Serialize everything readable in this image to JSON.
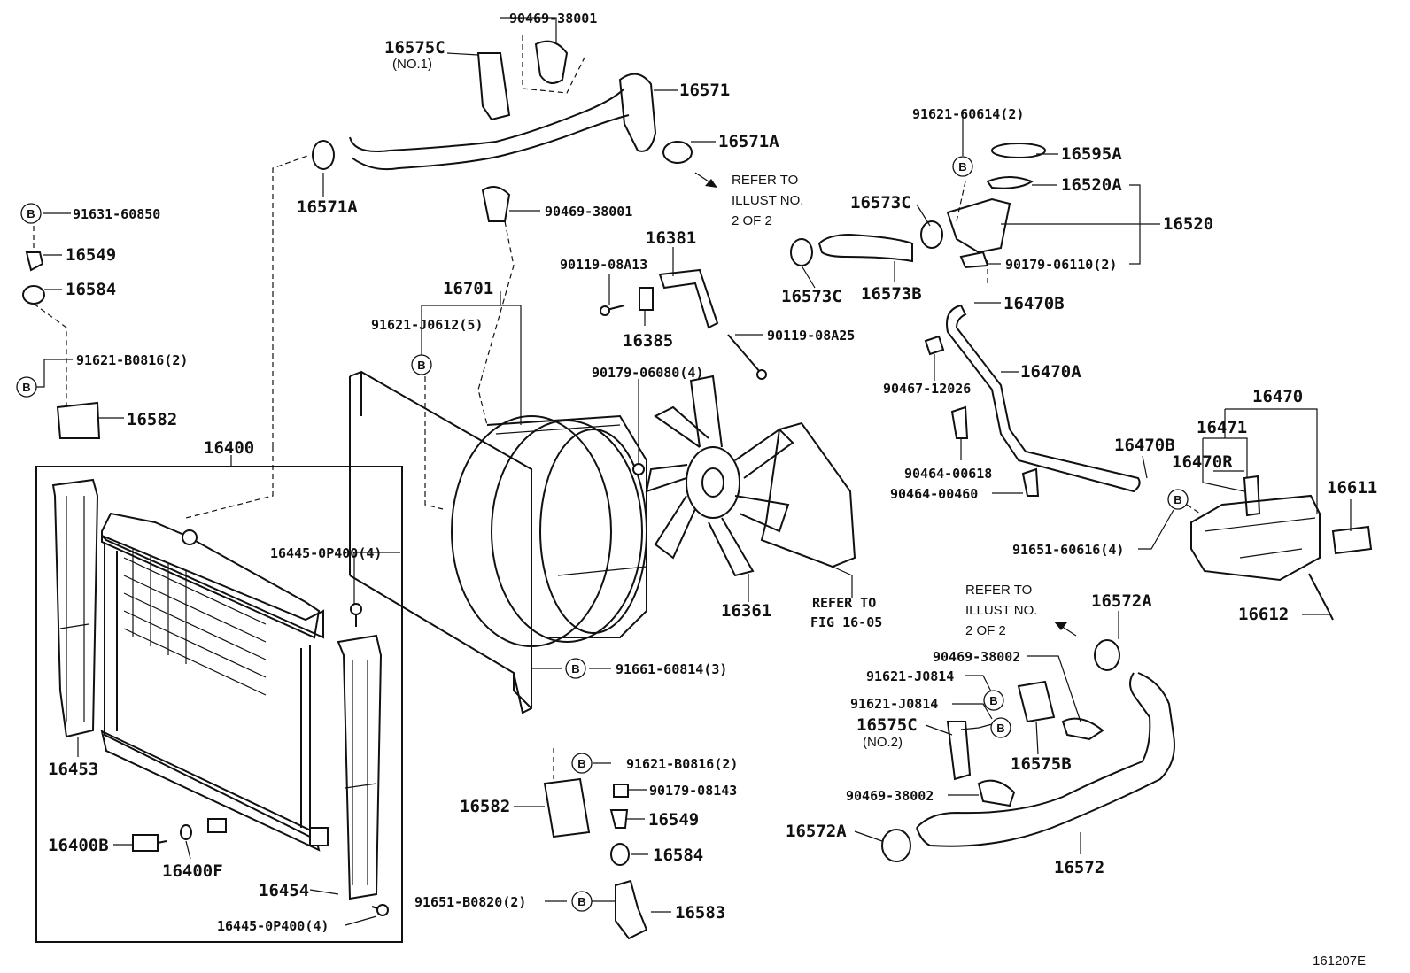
{
  "labels": {
    "p90469_38001_top": "90469-38001",
    "p16575C_1": "16575C",
    "p16575C_1_note": "(NO.1)",
    "p16571": "16571",
    "p16571A_r": "16571A",
    "p16571A_l": "16571A",
    "refer_1_line1": "REFER TO",
    "refer_1_line2": "ILLUST NO.",
    "refer_1_line3": "2 OF 2",
    "p90469_38001_mid": "90469-38001",
    "p91631_60850": "91631-60850",
    "p16549_l": "16549",
    "p16584_l": "16584",
    "p91621_B0816_l": "91621-B0816(2)",
    "p16582_l": "16582",
    "p16400": "16400",
    "p16701": "16701",
    "p91621_J0612": "91621-J0612(5)",
    "p90119_08A13": "90119-08A13",
    "p16381": "16381",
    "p16385": "16385",
    "p90119_08A25": "90119-08A25",
    "p90179_06080": "90179-06080(4)",
    "p16361": "16361",
    "refer_fig_line1": "REFER TO",
    "refer_fig_line2": "FIG 16-05",
    "p91661_60814": "91661-60814(3)",
    "p91621_60614": "91621-60614(2)",
    "p16595A": "16595A",
    "p16520A": "16520A",
    "p16573C_t": "16573C",
    "p16520": "16520",
    "p90179_06110": "90179-06110(2)",
    "p16573C_b": "16573C",
    "p16573B": "16573B",
    "p16470B_t": "16470B",
    "p16470A": "16470A",
    "p90467_12026": "90467-12026",
    "p90464_00618": "90464-00618",
    "p90464_00460": "90464-00460",
    "p16470B_m": "16470B",
    "p16470": "16470",
    "p16471": "16471",
    "p16470R": "16470R",
    "p16611": "16611",
    "p91651_60616": "91651-60616(4)",
    "p16612": "16612",
    "p16572A_t": "16572A",
    "refer_2_line1": "REFER TO",
    "refer_2_line2": "ILLUST NO.",
    "refer_2_line3": "2 OF 2",
    "p90469_38002_t": "90469-38002",
    "p91621_J0814_a": "91621-J0814",
    "p91621_J0814_b": "91621-J0814",
    "p16575C_2": "16575C",
    "p16575C_2_note": "(NO.2)",
    "p16575B": "16575B",
    "p90469_38002_b": "90469-38002",
    "p16572A_b": "16572A",
    "p16572": "16572",
    "p16445_0P400_t": "16445-0P400(4)",
    "p16453": "16453",
    "p16400B": "16400B",
    "p16400F": "16400F",
    "p16454": "16454",
    "p16445_0P400_b": "16445-0P400(4)",
    "p91621_B0816_b": "91621-B0816(2)",
    "p90179_08143": "90179-08143",
    "p16582_b": "16582",
    "p16549_b": "16549",
    "p16584_b": "16584",
    "p91651_B0820": "91651-B0820(2)",
    "p16583": "16583",
    "illus_id": "161207E"
  },
  "callout_letter": "B"
}
